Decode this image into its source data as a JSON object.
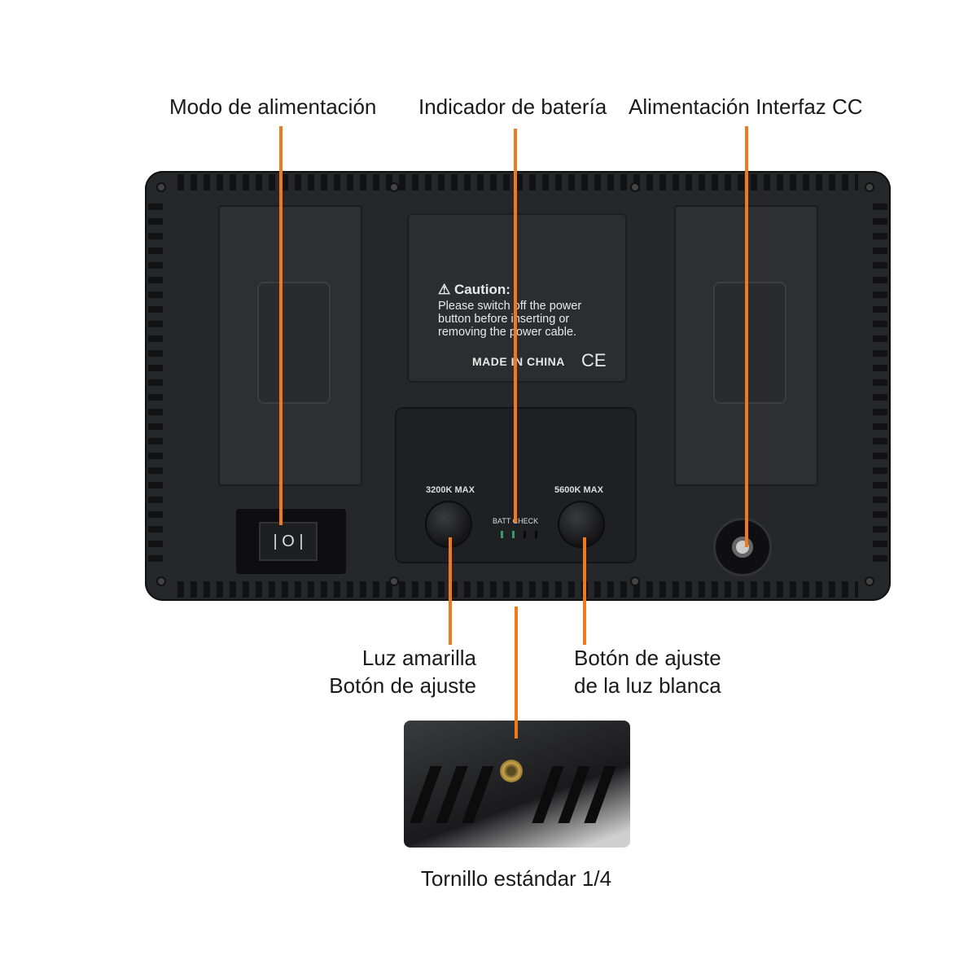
{
  "labels": {
    "power_mode": "Modo de alimentación",
    "battery_indicator": "Indicador de batería",
    "dc_interface": "Alimentación Interfaz CC",
    "yellow_line1": "Luz amarilla",
    "yellow_line2": "Botón de ajuste",
    "white_line1": "Botón de ajuste",
    "white_line2": "de la luz blanca",
    "screw": "Tornillo estándar 1/4"
  },
  "device": {
    "caution_title": "Caution:",
    "caution_body": "Please switch off the power button before inserting or removing the power cable.",
    "made_in": "MADE IN CHINA",
    "ce": "CE",
    "knob_left": "3200K MAX",
    "knob_right": "5600K MAX",
    "batt_check": "BATT CHECK",
    "switch_symbol": "| O |"
  },
  "colors": {
    "callout": "#ee7a1c",
    "panel": "#26272a"
  }
}
